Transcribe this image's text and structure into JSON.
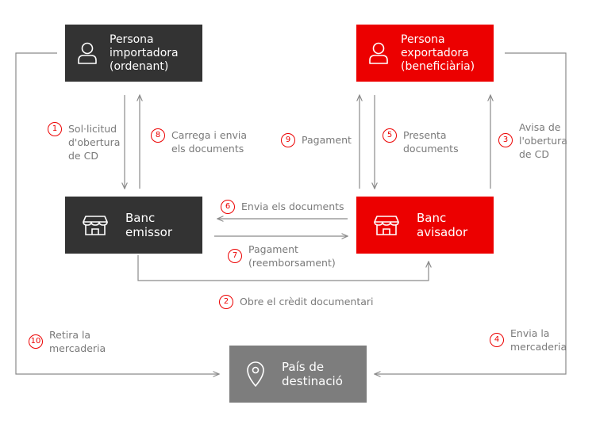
{
  "colors": {
    "dark": "#333333",
    "red": "#ec0000",
    "grey": "#7d7d7d",
    "line": "#8a8a8a",
    "text": "#7a7a7a"
  },
  "nodes": {
    "importer": {
      "label": "Persona\nimportadora\n(ordenant)",
      "icon": "person-icon"
    },
    "exporter": {
      "label": "Persona\nexportadora\n(beneficiària)",
      "icon": "person-icon"
    },
    "issuing_bank": {
      "label": "Banc\nemissor",
      "icon": "bank-icon"
    },
    "advising_bank": {
      "label": "Banc\navisador",
      "icon": "bank-icon"
    },
    "destination": {
      "label": "País de\ndestinació",
      "icon": "location-pin-icon"
    }
  },
  "steps": [
    {
      "num": "1",
      "label": "Sol·licitud\nd'obertura\nde CD"
    },
    {
      "num": "2",
      "label": "Obre el crèdit documentari"
    },
    {
      "num": "3",
      "label": "Avisa de\nl'obertura\nde CD"
    },
    {
      "num": "4",
      "label": "Envia la\nmercaderia"
    },
    {
      "num": "5",
      "label": "Presenta\ndocuments"
    },
    {
      "num": "6",
      "label": "Envia els documents"
    },
    {
      "num": "7",
      "label": "Pagament\n(reemborsament)"
    },
    {
      "num": "8",
      "label": "Carrega i envia\nels documents"
    },
    {
      "num": "9",
      "label": "Pagament"
    },
    {
      "num": "10",
      "label": "Retira la\nmercaderia"
    }
  ]
}
